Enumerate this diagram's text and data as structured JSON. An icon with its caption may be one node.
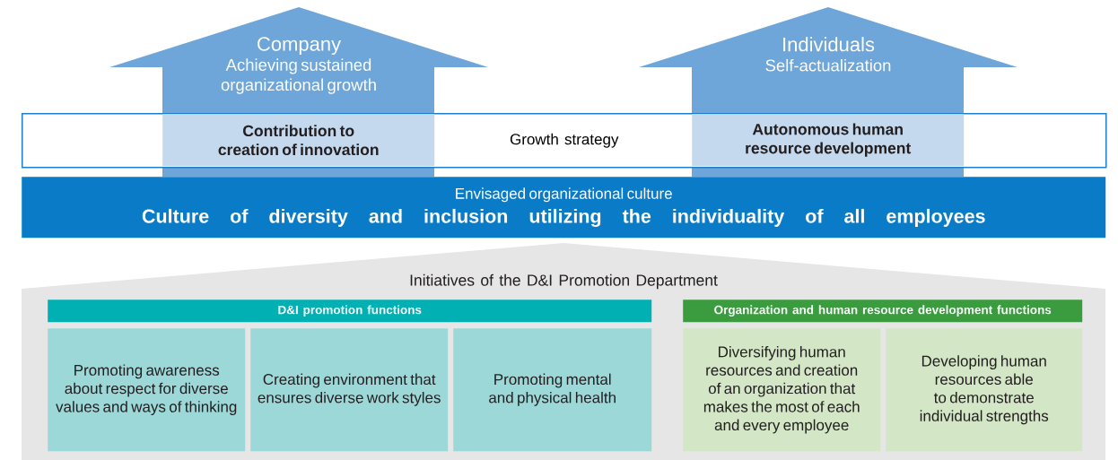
{
  "diagram": {
    "nodes": [
      {
        "text": [
          "Company",
          "Achieving sustained organizational growth"
        ]
      },
      {
        "text": [
          "Individuals",
          "Self-actualization"
        ]
      },
      {
        "text": [
          "Growth strategy"
        ]
      },
      {
        "text": [
          "Contribution to creation of innovation"
        ]
      },
      {
        "text": [
          "Autonomous human resource development"
        ]
      },
      {
        "text": [
          "Envisaged organizational culture",
          "Culture of diversity and inclusion utilizing the individuality of all employees"
        ]
      },
      {
        "text": [
          "Initiatives of the D&I Promotion Department"
        ]
      },
      {
        "text": [
          "D&I promotion functions"
        ],
        "in": 6
      },
      {
        "text": [
          "Organization and human resource development functions"
        ],
        "in": 6
      },
      {
        "text": [
          "Promoting awareness about respect for diverse values and ways of thinking"
        ],
        "in": 6
      },
      {
        "text": [
          "Creating environment that ensures diverse work styles"
        ],
        "in": 6
      },
      {
        "text": [
          "Promoting mental and physical health"
        ],
        "in": 6
      },
      {
        "text": [
          "Diversifying human resources and creation of an organization that makes the most of each and every employee"
        ],
        "in": 6
      },
      {
        "text": [
          "Developing human resources able to demonstrate individual strengths"
        ],
        "in": 6
      }
    ],
    "edges": []
  }
}
